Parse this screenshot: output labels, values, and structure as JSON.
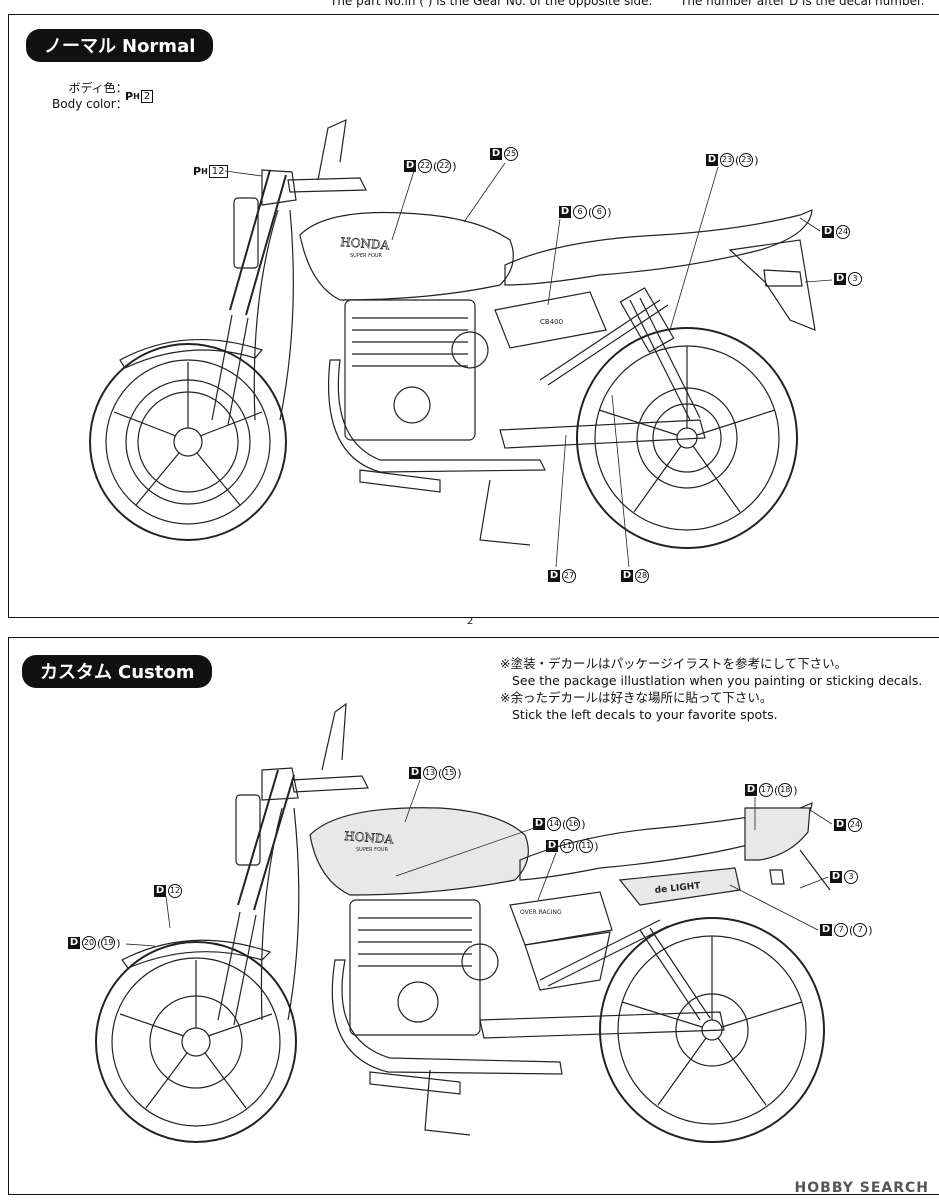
{
  "header": {
    "line_left": "The part No.in ( ) is the Gear No. of the opposite side.",
    "line_right": "The number after D is the decal number."
  },
  "normal": {
    "title_jp": "ノーマル",
    "title_en": "Normal",
    "body_color_jp": "ボディ色：",
    "body_color_en": "Body color：",
    "body_color_code": "2",
    "callouts": [
      {
        "prefix": "PH",
        "num": "12"
      },
      {
        "prefix": "D",
        "num": "22",
        "paren": "22"
      },
      {
        "prefix": "D",
        "num": "25"
      },
      {
        "prefix": "D",
        "num": "6",
        "paren": "6"
      },
      {
        "prefix": "D",
        "num": "23",
        "paren": "23"
      },
      {
        "prefix": "D",
        "num": "24"
      },
      {
        "prefix": "D",
        "num": "3"
      },
      {
        "prefix": "D",
        "num": "27"
      },
      {
        "prefix": "D",
        "num": "28"
      }
    ],
    "tank_brand": "HONDA",
    "tank_sub": "SUPER FOUR",
    "side_cover": "CB400"
  },
  "custom": {
    "title_jp": "カスタム",
    "title_en": "Custom",
    "notes": [
      "※塗装・デカールはパッケージイラストを参考にして下さい。",
      "See the package illustlation when you painting or sticking decals.",
      "※余ったデカールは好きな場所に貼って下さい。",
      "Stick the left decals to your favorite spots."
    ],
    "callouts": [
      {
        "prefix": "D",
        "num": "13",
        "paren": "15"
      },
      {
        "prefix": "D",
        "num": "14",
        "paren": "16"
      },
      {
        "prefix": "D",
        "num": "11",
        "paren": "11"
      },
      {
        "prefix": "D",
        "num": "17",
        "paren": "18"
      },
      {
        "prefix": "D",
        "num": "24"
      },
      {
        "prefix": "D",
        "num": "12"
      },
      {
        "prefix": "D",
        "num": "20",
        "paren": "19"
      },
      {
        "prefix": "D",
        "num": "3"
      },
      {
        "prefix": "D",
        "num": "7",
        "paren": "7"
      }
    ],
    "tank_brand": "HONDA",
    "tank_sub": "SUPER FOUR",
    "cowl_text": "de LIGHT",
    "side_text": "OVER RACING"
  },
  "page_number": "2",
  "watermark": "HOBBY SEARCH"
}
